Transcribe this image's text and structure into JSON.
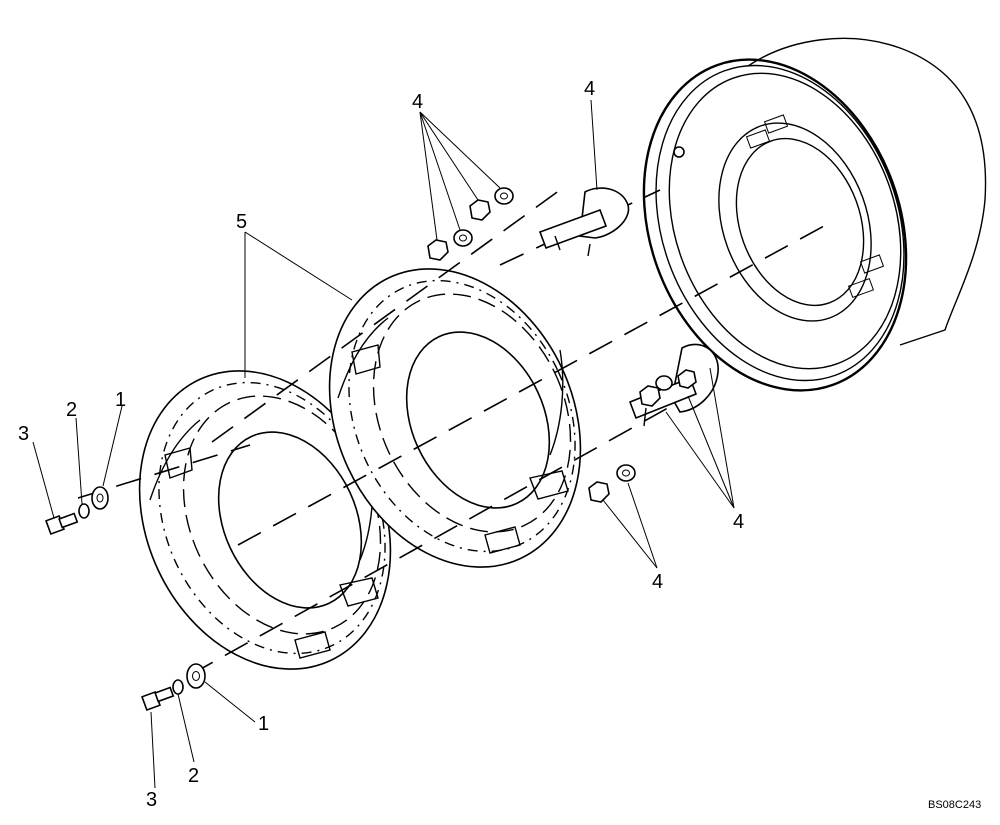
{
  "diagram": {
    "callouts": {
      "top_nuts": "4",
      "anchor_bracket_top": "4",
      "weights": "5",
      "left_washer": "1",
      "left_lockwasher": "2",
      "left_bolt": "3",
      "bottom_washer": "1",
      "bottom_lockwasher": "2",
      "bottom_bolt": "3",
      "anchor_bracket_bottom": "4",
      "bottom_nuts": "4"
    },
    "drawing_code": "BS08C243"
  }
}
